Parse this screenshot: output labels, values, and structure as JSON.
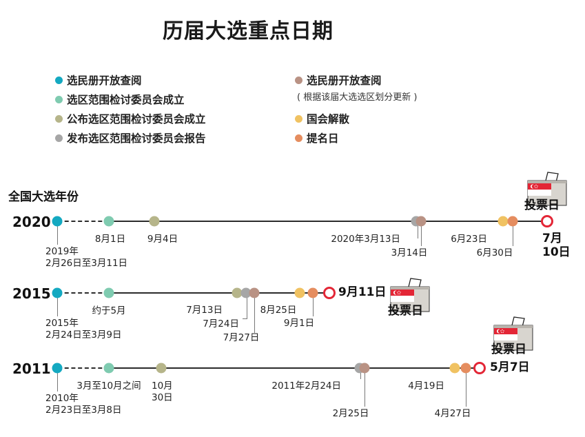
{
  "title": "历届大选重点日期",
  "section_label": "全国大选年份",
  "legend": [
    {
      "label": "选民册开放查阅",
      "color": "#14a9c1"
    },
    {
      "label": "选区范围检讨委员会成立",
      "color": "#7fcbb0"
    },
    {
      "label": "公布选区范围检讨委员会成立",
      "color": "#b6b58a"
    },
    {
      "label": "发布选区范围检讨委员会报告",
      "color": "#a6a6a6"
    },
    {
      "label": "选民册开放查阅",
      "sub": "( 根据该届大选选区划分更新 )",
      "color": "#b99284"
    },
    {
      "label": "国会解散",
      "color": "#f0c262"
    },
    {
      "label": "提名日",
      "color": "#e58d5f"
    }
  ],
  "ballot_label": "投票日",
  "colors": {
    "register": "#14a9c1",
    "committee": "#7fcbb0",
    "announce": "#b6b58a",
    "report": "#a6a6a6",
    "register2": "#b99284",
    "dissolve": "#f0c262",
    "nomination": "#e58d5f",
    "polling": "#e32636"
  },
  "timelines": [
    {
      "year": "2020",
      "labels": {
        "register": [
          "2019年",
          "2月26日至3月11日"
        ],
        "committee": "8月1日",
        "announce": "9月4日",
        "report": "2020年3月13日",
        "register2": "3月14日",
        "dissolve": "6月23日",
        "nomination": "6月30日",
        "polling": [
          "7月",
          "10日"
        ]
      }
    },
    {
      "year": "2015",
      "labels": {
        "register": [
          "2015年",
          "2月24日至3月9日"
        ],
        "committee": "约于5月",
        "announce": "7月13日",
        "report": "7月24日",
        "register2": "7月27日",
        "dissolve": "8月25日",
        "nomination": "9月1日",
        "polling": "9月11日"
      }
    },
    {
      "year": "2011",
      "labels": {
        "register": [
          "2010年",
          "2月23日至3月8日"
        ],
        "committee": "3月至10月之间",
        "announce": [
          "10月",
          "30日"
        ],
        "report": "2011年2月24日",
        "register2": "2月25日",
        "dissolve": "4月19日",
        "nomination": "4月27日",
        "polling": "5月7日"
      }
    }
  ]
}
